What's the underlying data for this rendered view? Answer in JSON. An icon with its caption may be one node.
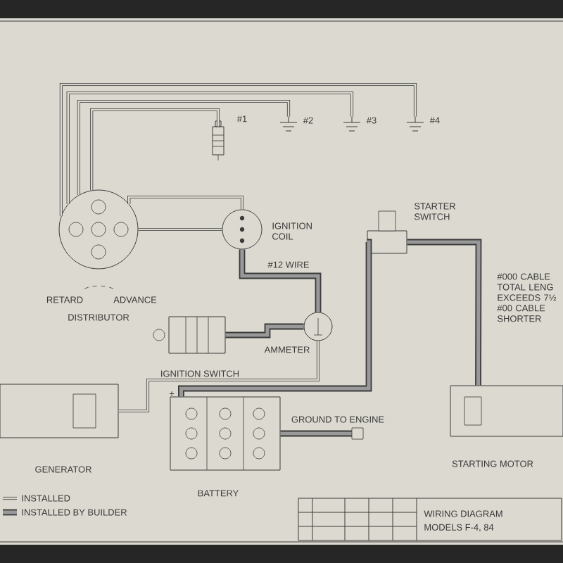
{
  "diagram": {
    "nodes": [
      {
        "text": [
          "#1"
        ]
      },
      {
        "text": [
          "#2"
        ]
      },
      {
        "text": [
          "#3"
        ]
      },
      {
        "text": [
          "#4"
        ]
      },
      {
        "text": [
          "DISTRIBUTOR"
        ],
        "beside": [
          "RETARD",
          "ADVANCE"
        ]
      },
      {
        "text": [
          "IGNITION COIL"
        ]
      },
      {
        "text": [
          "IGNITION SWITCH"
        ]
      },
      {
        "text": [
          "AMMETER"
        ]
      },
      {
        "text": [
          "STARTER SWITCH"
        ]
      },
      {
        "text": [
          "GENERATOR"
        ]
      },
      {
        "text": [
          "BATTERY"
        ]
      },
      {
        "text": [
          "STARTING MOTOR"
        ]
      }
    ],
    "edges": [
      {
        "from": 4,
        "to": 0,
        "arrow": "none"
      },
      {
        "from": 4,
        "to": 1,
        "arrow": "none"
      },
      {
        "from": 4,
        "to": 2,
        "arrow": "none"
      },
      {
        "from": 4,
        "to": 3,
        "arrow": "none"
      },
      {
        "from": 4,
        "to": 5,
        "arrow": "none"
      },
      {
        "from": 4,
        "to": 5,
        "arrow": "none"
      },
      {
        "from": 5,
        "to": 7,
        "arrow": "none",
        "label": "#12 WIRE",
        "style": "thick"
      },
      {
        "from": 6,
        "to": 7,
        "arrow": "none",
        "style": "thick"
      },
      {
        "from": 9,
        "to": 7,
        "arrow": "none"
      },
      {
        "from": 10,
        "to": 8,
        "arrow": "none",
        "style": "thick"
      },
      {
        "from": 8,
        "to": 11,
        "arrow": "none",
        "style": "thick"
      },
      {
        "from": 10,
        "to": null,
        "arrow": "other",
        "label": "GROUND TO ENGINE",
        "style": "thick"
      }
    ],
    "labels": [
      "+",
      "#000 CABLE TOTAL LENG EXCEEDS 7½ #00 CABLE SHORTER",
      "WIRING DIAGRAM",
      "MODELS F-4, 84"
    ],
    "legend": [
      {
        "text": "INSTALLED"
      },
      {
        "text": "INSTALLED BY BUILDER"
      }
    ]
  }
}
